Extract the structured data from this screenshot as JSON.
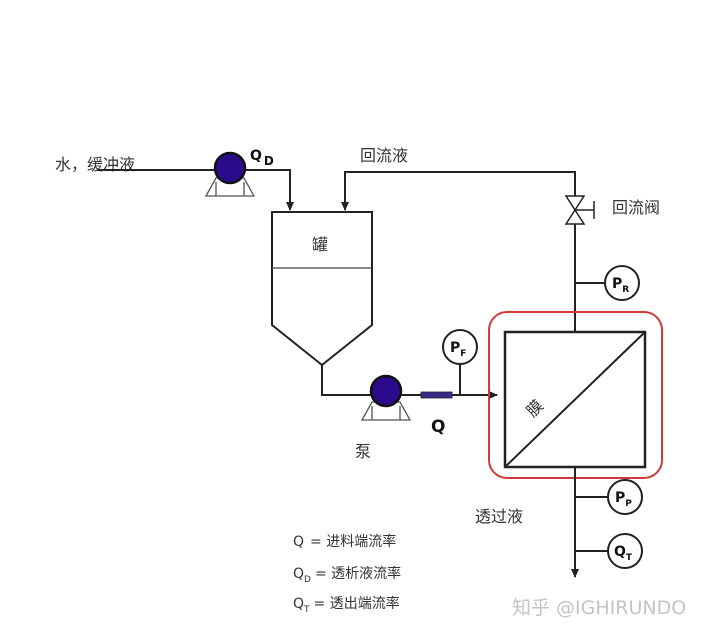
{
  "labels": {
    "feed": "水，缓冲液",
    "qd_main": "Q",
    "qd_sub": "D",
    "return_liquid": "回流液",
    "return_valve": "回流阀",
    "tank": "罐",
    "pump": "泵",
    "flow_q": "Q",
    "membrane": "膜",
    "permeate": "透过液"
  },
  "gauges": {
    "pr": {
      "main": "P",
      "sub": "R"
    },
    "pf": {
      "main": "P",
      "sub": "F"
    },
    "pp": {
      "main": "P",
      "sub": "P"
    },
    "qt": {
      "main": "Q",
      "sub": "T"
    }
  },
  "legend": [
    {
      "symbol": "Q",
      "sub": "",
      "text": "= 进料端流率"
    },
    {
      "symbol": "Q",
      "sub": "D",
      "text": "= 透析液流率"
    },
    {
      "symbol": "Q",
      "sub": "T",
      "text": "= 透出端流率"
    }
  ],
  "watermark": "知乎 @IGHIRUNDO",
  "colors": {
    "pump": "#2b0a8c",
    "highlight": "#d03a3a",
    "flowmeter": "#3b2a8c"
  }
}
